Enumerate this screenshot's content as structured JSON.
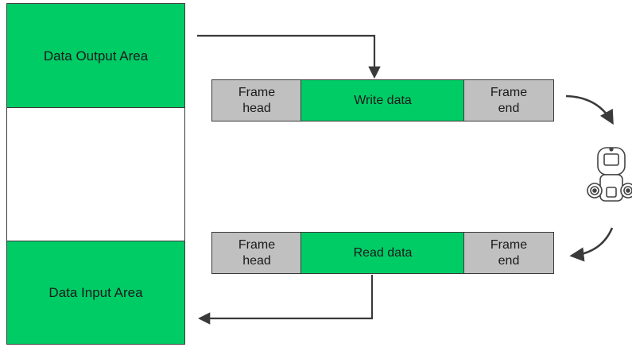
{
  "colors": {
    "green": "#00cc66",
    "gray": "#c0c0c0",
    "line": "#3a3a3a"
  },
  "buffer": {
    "output_area": "Data Output Area",
    "input_area": "Data Input Area"
  },
  "write_frame": {
    "head_line1": "Frame",
    "head_line2": "head",
    "data": "Write data",
    "end_line1": "Frame",
    "end_line2": "end"
  },
  "read_frame": {
    "head_line1": "Frame",
    "head_line2": "head",
    "data": "Read data",
    "end_line1": "Frame",
    "end_line2": "end"
  },
  "icons": {
    "device": "robot-icon"
  }
}
